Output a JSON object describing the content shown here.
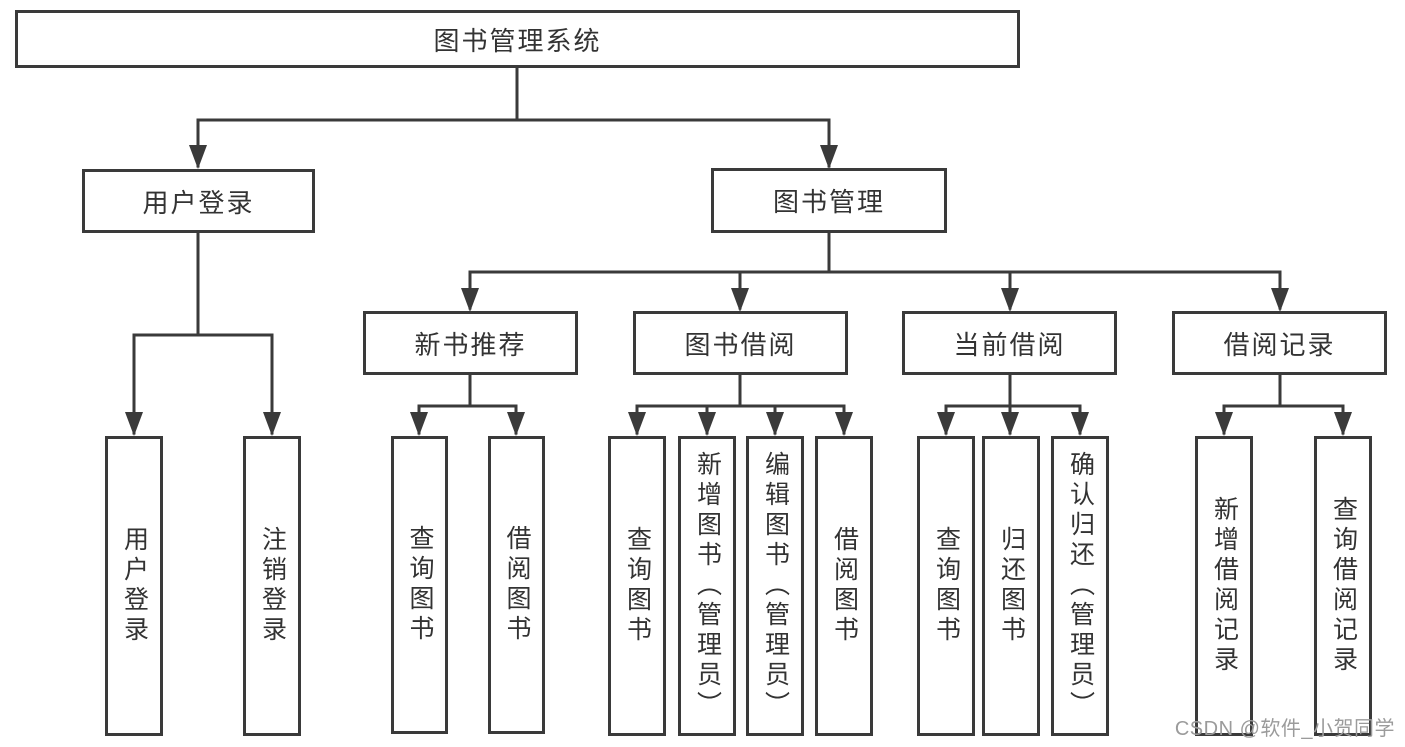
{
  "colors": {
    "line": "#3a3a3a",
    "box_border": "#3a3a3a",
    "text": "#333333",
    "background": "#ffffff",
    "watermark_text": "#9b9b9b"
  },
  "watermark": {
    "text": "CSDN @软件_小贺同学"
  },
  "tree": {
    "root": {
      "label": "图书管理系统"
    },
    "branches": [
      {
        "label": "用户登录",
        "children": [
          {
            "label": "用户登录"
          },
          {
            "label": "注销登录"
          }
        ]
      },
      {
        "label": "图书管理",
        "children": [
          {
            "label": "新书推荐",
            "children": [
              {
                "label": "查询图书"
              },
              {
                "label": "借阅图书"
              }
            ]
          },
          {
            "label": "图书借阅",
            "children": [
              {
                "label": "查询图书"
              },
              {
                "label": "新增图书（管理员）"
              },
              {
                "label": "编辑图书（管理员）"
              },
              {
                "label": "借阅图书"
              }
            ]
          },
          {
            "label": "当前借阅",
            "children": [
              {
                "label": "查询图书"
              },
              {
                "label": "归还图书"
              },
              {
                "label": "确认归还（管理员）"
              }
            ]
          },
          {
            "label": "借阅记录",
            "children": [
              {
                "label": "新增借阅记录"
              },
              {
                "label": "查询借阅记录"
              }
            ]
          }
        ]
      }
    ]
  }
}
